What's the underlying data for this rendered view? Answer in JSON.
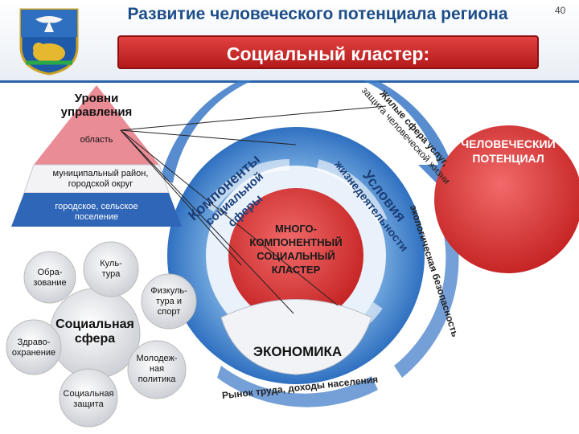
{
  "header": {
    "title": "Развитие человеческого потенциала региона",
    "page_number": "40",
    "banner": "Социальный кластер:"
  },
  "pyramid": {
    "title_line1": "Уровни",
    "title_line2": "управления",
    "level1": "область",
    "level2_line1": "муниципальный район,",
    "level2_line2": "городской округ",
    "level3_line1": "городское, сельское",
    "level3_line2": "поселение"
  },
  "social_sphere": {
    "center_line1": "Социальная",
    "center_line2": "сфера",
    "items": [
      {
        "line1": "Обра-",
        "line2": "зование"
      },
      {
        "line1": "Куль-",
        "line2": "тура"
      },
      {
        "line1": "Физкуль-",
        "line2": "тура и",
        "line3": "спорт"
      },
      {
        "line1": "Здраво-",
        "line2": "охранение"
      },
      {
        "line1": "Молодеж-",
        "line2": "ная",
        "line3": "политика"
      },
      {
        "line1": "Социальная",
        "line2": "защита"
      }
    ]
  },
  "cluster": {
    "center_line1": "МНОГО-",
    "center_line2": "КОМПОНЕНТНЫЙ",
    "center_line3": "СОЦИАЛЬНЫЙ",
    "center_line4": "КЛАСТЕР",
    "arc1_line1": "Компоненты",
    "arc1_line2": "социальной сферы",
    "arc2_line1": "Условия",
    "arc2_line2": "жизнедеятельности",
    "economy": "ЭКОНОМИКА",
    "outer_top": "Жилые сфера услуг,",
    "outer_top2": "защита человеческой жизни",
    "outer_right": "экологическая безопасность",
    "outer_bottom": "Рынок труда, доходы населения"
  },
  "human_potential": {
    "line1": "ЧЕЛОВЕЧЕСКИЙ",
    "line2": "ПОТЕНЦИАЛ"
  },
  "colors": {
    "accent_blue": "#2b63a8",
    "red": "#c62828",
    "pyramid_red": "#e07a86"
  }
}
